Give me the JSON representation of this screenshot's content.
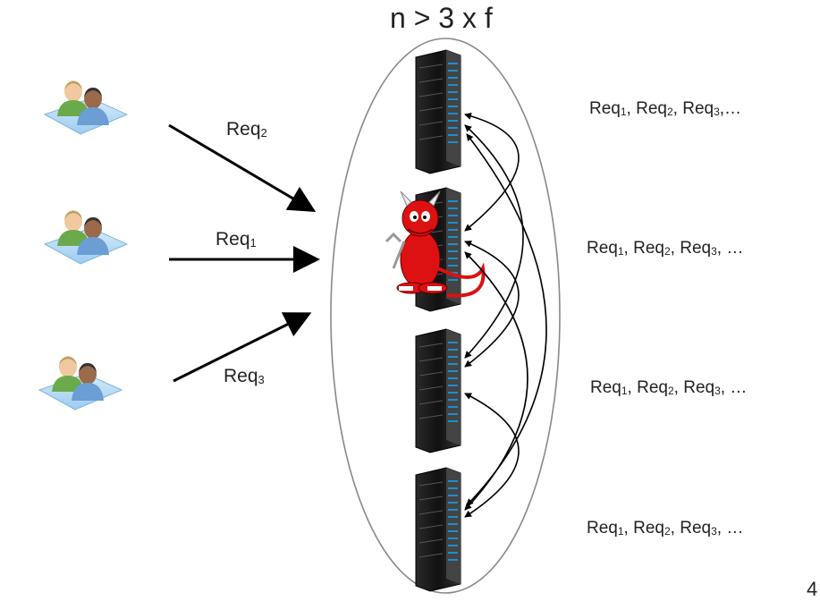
{
  "title": "n > 3 x f",
  "clients": [
    {
      "request_label": "Req",
      "request_sub": "2"
    },
    {
      "request_label": "Req",
      "request_sub": "1"
    },
    {
      "request_label": "Req",
      "request_sub": "3"
    }
  ],
  "replicas": [
    {
      "queue": [
        {
          "t": "Req",
          "s": "1"
        },
        {
          "t": "Req",
          "s": "2"
        },
        {
          "t": "Req",
          "s": "3"
        }
      ],
      "ellipsis": ",…"
    },
    {
      "queue": [
        {
          "t": "Req",
          "s": "1"
        },
        {
          "t": "Req",
          "s": "2"
        },
        {
          "t": "Req",
          "s": "3"
        }
      ],
      "ellipsis": ", …"
    },
    {
      "queue": [
        {
          "t": "Req",
          "s": "1"
        },
        {
          "t": "Req",
          "s": "2"
        },
        {
          "t": "Req",
          "s": "3"
        }
      ],
      "ellipsis": ", …"
    },
    {
      "queue": [
        {
          "t": "Req",
          "s": "1"
        },
        {
          "t": "Req",
          "s": "2"
        },
        {
          "t": "Req",
          "s": "3"
        }
      ],
      "ellipsis": ", …"
    }
  ],
  "page_number": "4",
  "icons": {
    "client": "users-icon",
    "server": "server-rack-icon",
    "faulty": "bsd-daemon-icon"
  }
}
